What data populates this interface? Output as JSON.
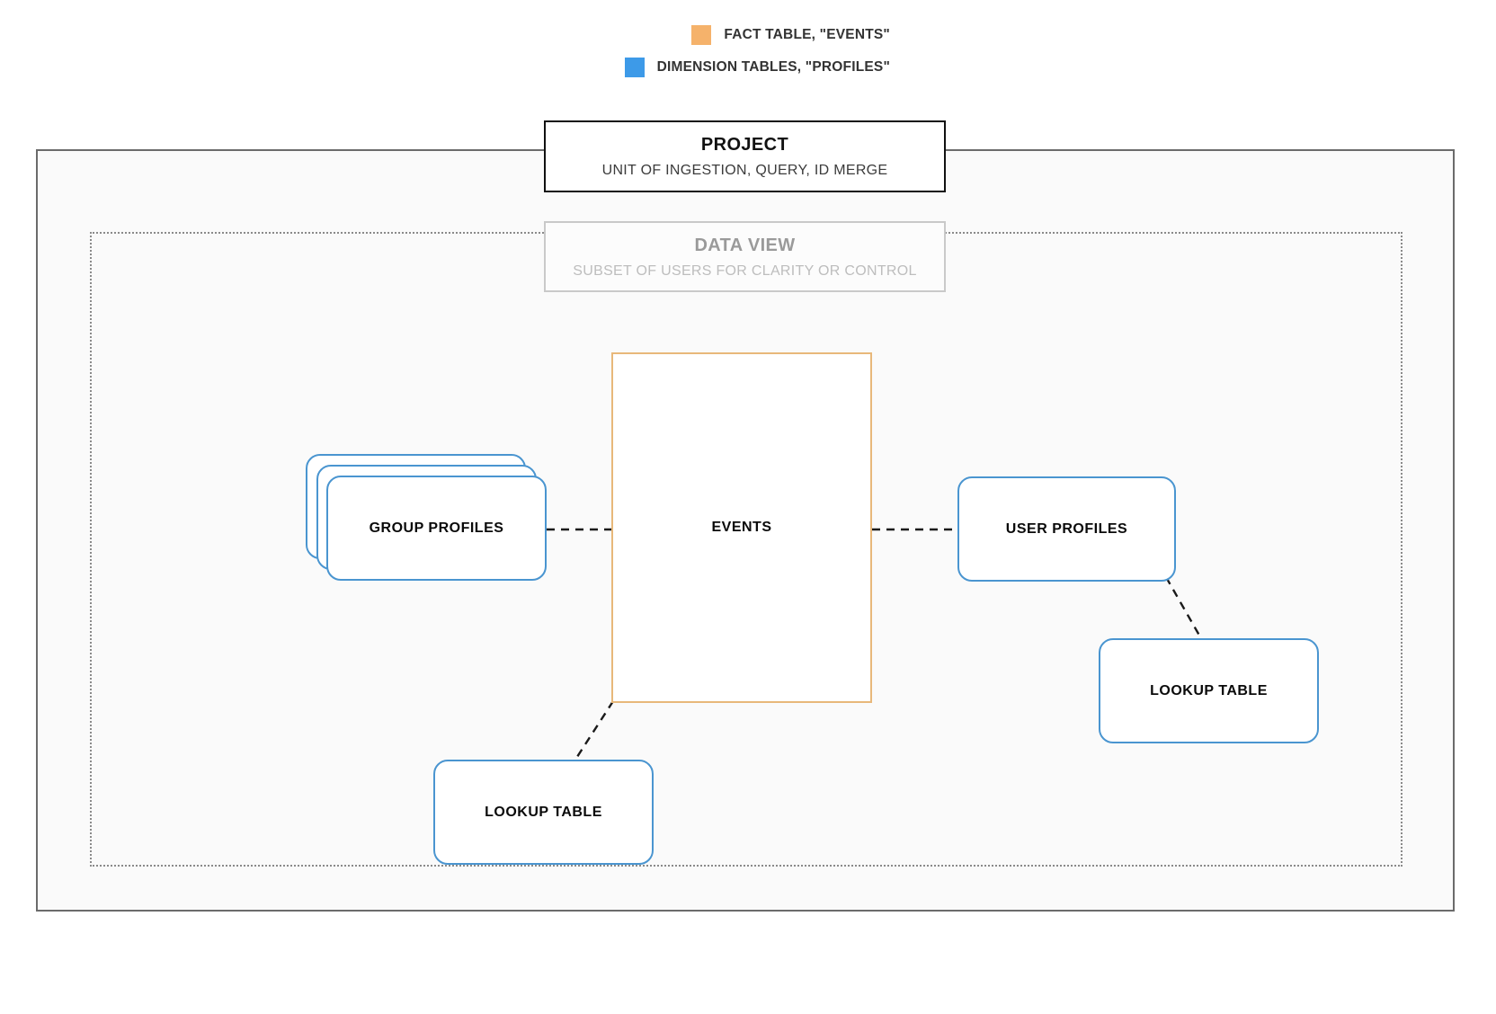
{
  "legend": {
    "items": [
      {
        "label": "FACT TABLE, \"EVENTS\"",
        "color": "#f5b26b",
        "icon": "square-swatch-orange"
      },
      {
        "label": "DIMENSION TABLES, \"PROFILES\"",
        "color": "#3d9ae8",
        "icon": "square-swatch-blue"
      }
    ]
  },
  "frames": {
    "project": {
      "title": "PROJECT",
      "subtitle": "UNIT OF INGESTION, QUERY, ID MERGE",
      "border_color": "#111111"
    },
    "data_view": {
      "title": "DATA VIEW",
      "subtitle": "SUBSET OF USERS FOR CLARITY OR CONTROL",
      "border_color": "#c9c9c9"
    }
  },
  "nodes": {
    "events": {
      "label": "EVENTS",
      "color": "#e8b87a",
      "kind": "fact-table"
    },
    "group_profiles": {
      "label": "GROUP PROFILES",
      "color": "#4a95d0",
      "kind": "dimension-table-stack",
      "stack_count": 3
    },
    "user_profiles": {
      "label": "USER PROFILES",
      "color": "#4a95d0",
      "kind": "dimension-table"
    },
    "lookup_table_right": {
      "label": "LOOKUP TABLE",
      "color": "#4a95d0",
      "kind": "lookup-table"
    },
    "lookup_table_left": {
      "label": "LOOKUP TABLE",
      "color": "#4a95d0",
      "kind": "lookup-table"
    }
  },
  "connectors": [
    {
      "from": "group_profiles",
      "to": "events",
      "style": "dashed"
    },
    {
      "from": "events",
      "to": "user_profiles",
      "style": "dashed"
    },
    {
      "from": "user_profiles",
      "to": "lookup_table_right",
      "style": "dashed"
    },
    {
      "from": "events",
      "to": "lookup_table_left",
      "style": "dashed"
    }
  ]
}
